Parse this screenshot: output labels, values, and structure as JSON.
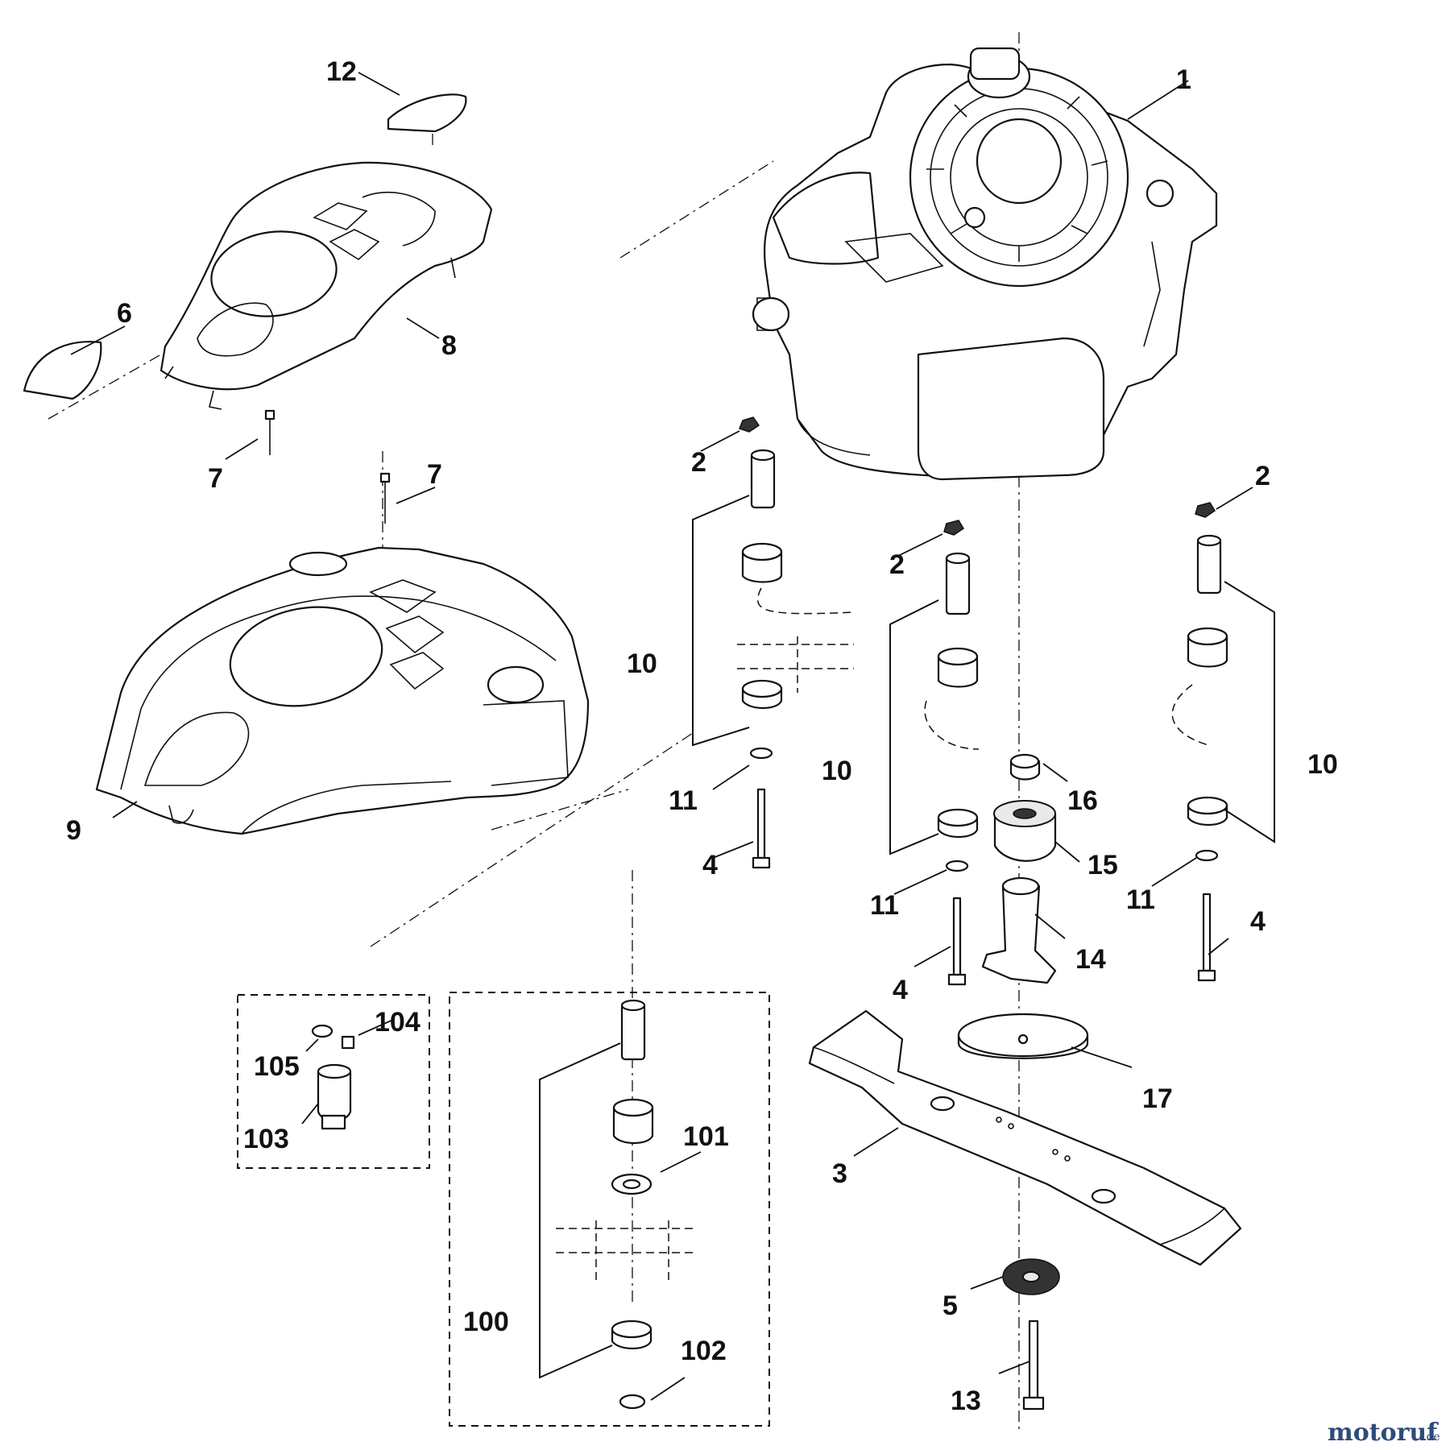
{
  "callouts": {
    "c1": "1",
    "c2a": "2",
    "c2b": "2",
    "c2c": "2",
    "c3": "3",
    "c4a": "4",
    "c4b": "4",
    "c4c": "4",
    "c5": "5",
    "c6": "6",
    "c7a": "7",
    "c7b": "7",
    "c8": "8",
    "c9": "9",
    "c10a": "10",
    "c10b": "10",
    "c10c": "10",
    "c11a": "11",
    "c11b": "11",
    "c11c": "11",
    "c12": "12",
    "c13": "13",
    "c14": "14",
    "c15": "15",
    "c16": "16",
    "c17": "17",
    "c100": "100",
    "c101": "101",
    "c102": "102",
    "c103": "103",
    "c104": "104",
    "c105": "105"
  },
  "watermark": {
    "brand": "motoruf",
    "suffix": ".de"
  }
}
